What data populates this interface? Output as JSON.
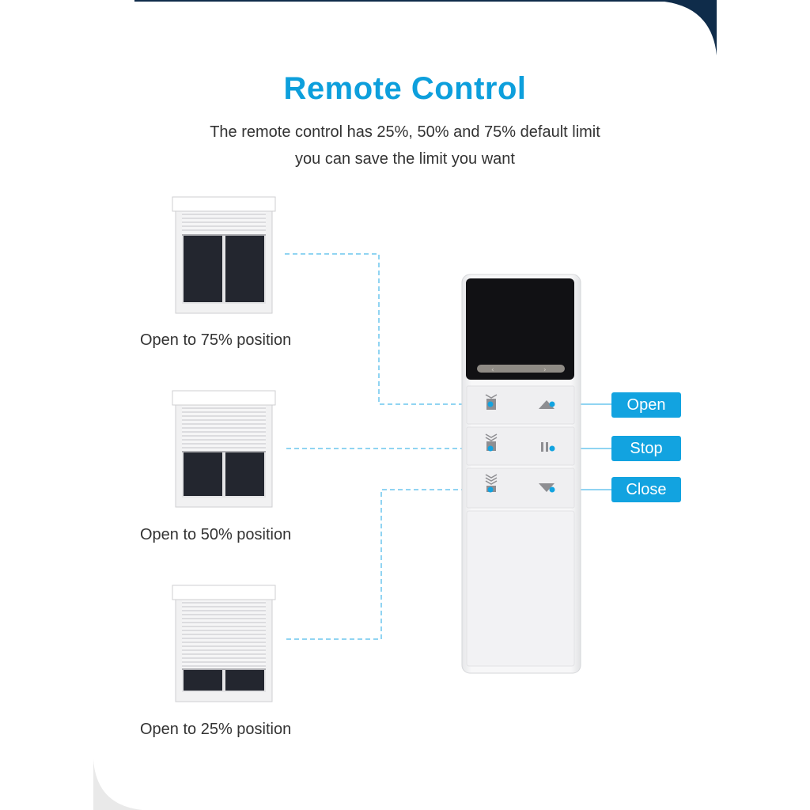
{
  "header": {
    "title": "Remote Control",
    "subtitle_line1": "The remote control has 25%, 50% and 75% default limit",
    "subtitle_line2": "you can save the limit you want"
  },
  "positions": [
    {
      "caption": "Open to 75% position",
      "open_fraction": 0.75
    },
    {
      "caption": "Open to 50% position",
      "open_fraction": 0.5
    },
    {
      "caption": "Open to 25% position",
      "open_fraction": 0.25
    }
  ],
  "remote": {
    "buttons": [
      {
        "label": "Open",
        "icon": "up-triangle-icon"
      },
      {
        "label": "Stop",
        "icon": "pause-icon"
      },
      {
        "label": "Close",
        "icon": "down-triangle-icon"
      }
    ]
  },
  "colors": {
    "accent": "#0d9fdc",
    "label_bg": "#12a3e0",
    "dark_frame": "#0f2c4a",
    "glass": "#23262f",
    "dashed_line": "#6cc6ee"
  }
}
